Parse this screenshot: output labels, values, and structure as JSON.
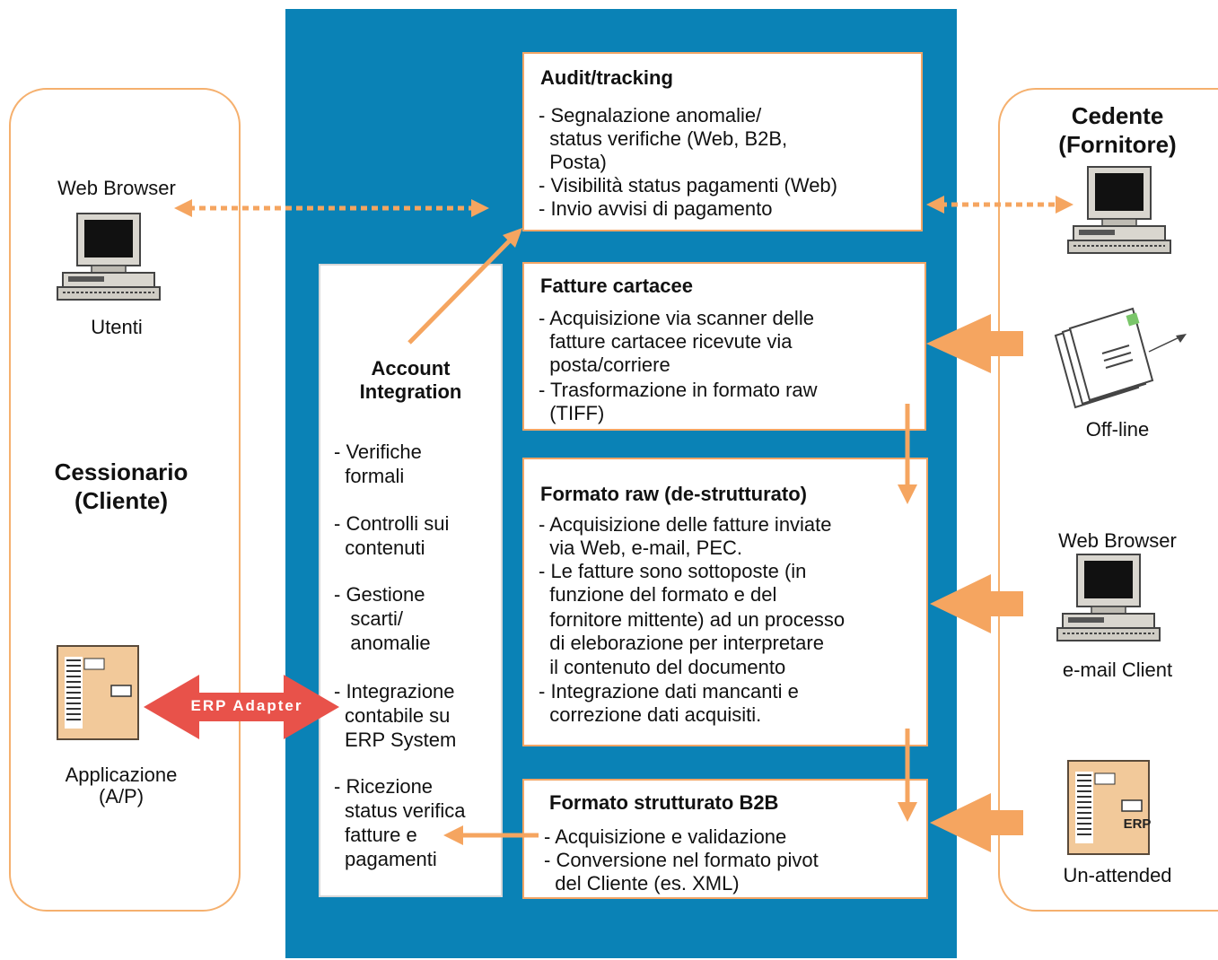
{
  "left": {
    "title_lines": [
      "Cessionario",
      "(Cliente)"
    ],
    "web_browser_label": "Web Browser",
    "users_label": "Utenti",
    "app_label_lines": [
      "Applicazione",
      "(A/P)"
    ],
    "erp_adapter": "ERP Adapter"
  },
  "right": {
    "title_lines": [
      "Cedente",
      "(Fornitore)"
    ],
    "offline_label": "Off-line",
    "web_browser_label": "Web Browser",
    "email_label": "e-mail Client",
    "unattended_label": "Un-attended",
    "erp_box_text": "ERP"
  },
  "account": {
    "title_lines": [
      "Account",
      "Integration"
    ],
    "items": [
      [
        "- Verifiche",
        "  formali"
      ],
      [
        "- Controlli sui",
        "  contenuti"
      ],
      [
        "- Gestione",
        "   scarti/",
        "   anomalie"
      ],
      [
        "- Integrazione",
        "contabile su",
        "ERP System"
      ],
      [
        "- Ricezione",
        "status verifica",
        "fatture e",
        "pagamenti"
      ]
    ]
  },
  "boxes": {
    "audit": {
      "title": "Audit/tracking",
      "lines": [
        "- Segnalazione anomalie/",
        "  status verifiche (Web, B2B,",
        "  Posta)",
        "- Visibilità status pagamenti (Web)",
        "- Invio avvisi di pagamento"
      ]
    },
    "cartacee": {
      "title": "Fatture cartacee",
      "lines": [
        "- Acquisizione via scanner delle",
        "  fatture cartacee ricevute via",
        "  posta/corriere",
        "- Trasformazione in formato raw",
        "  (TIFF)"
      ]
    },
    "raw": {
      "title": "Formato raw (de-strutturato)",
      "lines": [
        "- Acquisizione delle fatture inviate",
        "  via Web, e-mail, PEC.",
        "- Le fatture sono sottoposte (in",
        "  funzione del formato e del",
        "  fornitore mittente) ad un processo",
        "  di eleborazione per interpretare",
        "  il contenuto del documento",
        "- Integrazione dati mancanti e",
        "  correzione dati acquisiti."
      ]
    },
    "b2b": {
      "title": "Formato strutturato B2B",
      "lines": [
        "- Acquisizione e validazione",
        "- Conversione nel formato pivot",
        "  del Cliente (es. XML)"
      ]
    }
  },
  "colors": {
    "panel_blue": "#0a82b6",
    "orange": "#f5a560",
    "adapter_red": "#e8524a",
    "side_border": "#f5b06e"
  }
}
